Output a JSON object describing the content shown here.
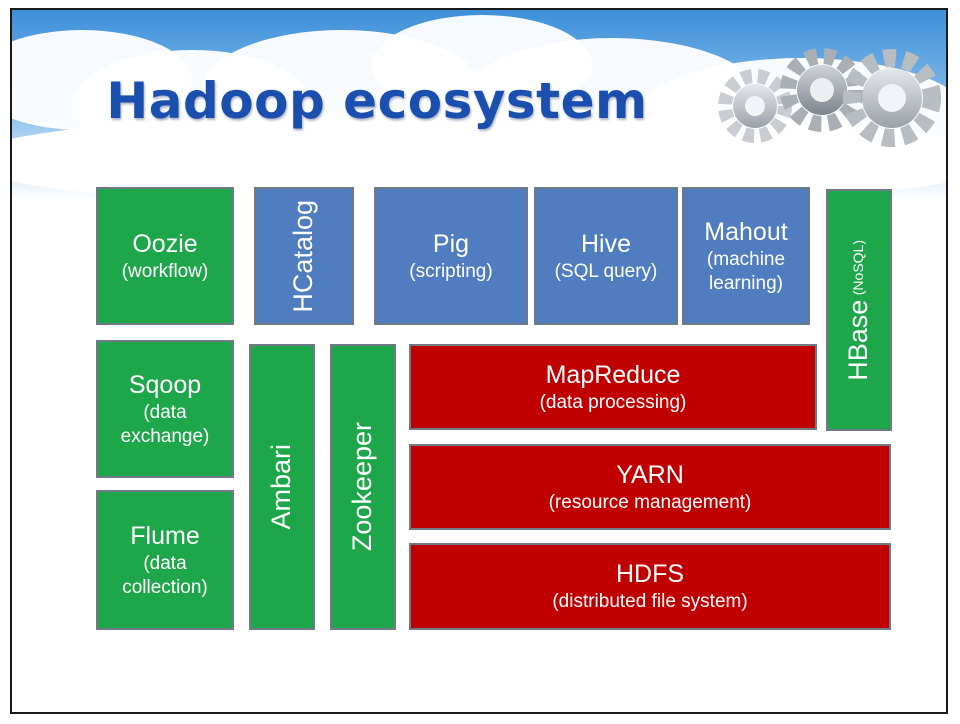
{
  "title": "Hadoop ecosystem",
  "colors": {
    "title": "#1a4fb0",
    "green": "#1ea64a",
    "blue": "#4f7dc0",
    "red": "#c00000",
    "box_border": "#6f7a86",
    "sky": "#7fb7e8"
  },
  "icons": [
    "cloud-icon",
    "gear-icon"
  ],
  "components": {
    "oozie": {
      "name": "Oozie",
      "desc": "(workflow)"
    },
    "hcatalog": {
      "name": "HCatalog"
    },
    "pig": {
      "name": "Pig",
      "desc": "(scripting)"
    },
    "hive": {
      "name": "Hive",
      "desc": "(SQL query)"
    },
    "mahout": {
      "name": "Mahout",
      "desc_line1": "(machine",
      "desc_line2": "learning)"
    },
    "hbase": {
      "name": "HBase",
      "note": "(NoSQL)"
    },
    "sqoop": {
      "name": "Sqoop",
      "desc_line1": "(data",
      "desc_line2": "exchange)"
    },
    "flume": {
      "name": "Flume",
      "desc_line1": "(data",
      "desc_line2": "collection)"
    },
    "ambari": {
      "name": "Ambari"
    },
    "zookeeper": {
      "name": "Zookeeper"
    },
    "mapreduce": {
      "name": "MapReduce",
      "desc": "(data processing)"
    },
    "yarn": {
      "name": "YARN",
      "desc": "(resource management)"
    },
    "hdfs": {
      "name": "HDFS",
      "desc": "(distributed file system)"
    }
  }
}
